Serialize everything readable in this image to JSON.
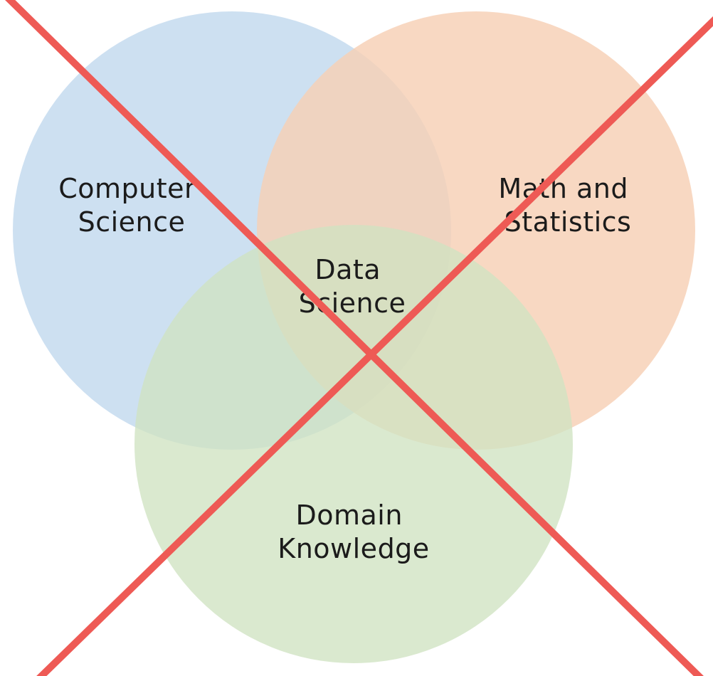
{
  "diagram": {
    "circles": [
      {
        "id": "computer-science",
        "label_lines": [
          "Computer",
          "Science"
        ],
        "color": "#c6dcef"
      },
      {
        "id": "math-and-statistics",
        "label_lines": [
          "Math and",
          "Statistics"
        ],
        "color": "#f6cfb5"
      },
      {
        "id": "domain-knowledge",
        "label_lines": [
          "Domain",
          "Knowledge"
        ],
        "color": "#cfe3c2"
      }
    ],
    "center_label_lines": [
      "Data",
      "Science"
    ],
    "cross_out_color": "#ee5a55"
  }
}
